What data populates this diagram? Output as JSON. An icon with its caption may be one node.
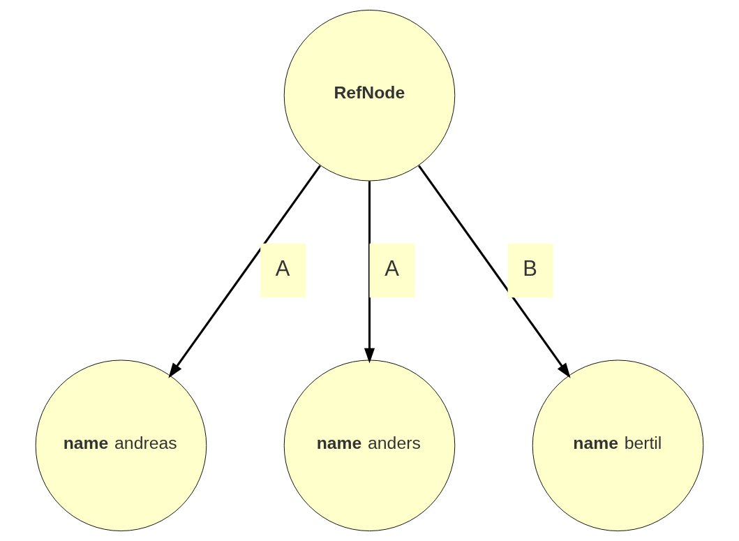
{
  "diagram": {
    "nodes": [
      {
        "text": [
          "RefNode"
        ]
      },
      {
        "text": [
          "**name** andreas"
        ]
      },
      {
        "text": [
          "**name** anders"
        ]
      },
      {
        "text": [
          "**name** bertil"
        ]
      }
    ],
    "edges": [
      {
        "from": 0,
        "to": 1,
        "arrow": "to",
        "label": "A"
      },
      {
        "from": 0,
        "to": 2,
        "arrow": "to",
        "label": "A"
      },
      {
        "from": 0,
        "to": 3,
        "arrow": "to",
        "label": "B"
      }
    ]
  }
}
